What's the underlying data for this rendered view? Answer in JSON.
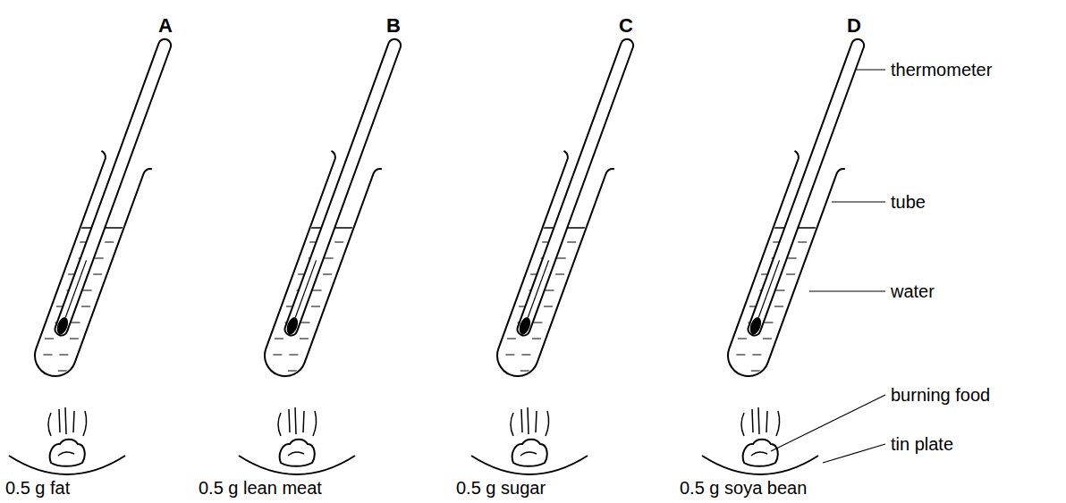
{
  "diagram": {
    "labels": [
      "A",
      "B",
      "C",
      "D",
      "0.5 g fat",
      "0.5 g lean meat",
      "0.5 g sugar",
      "0.5 g soya bean",
      "thermometer",
      "tube",
      "water",
      "burning food",
      "tin plate"
    ]
  }
}
